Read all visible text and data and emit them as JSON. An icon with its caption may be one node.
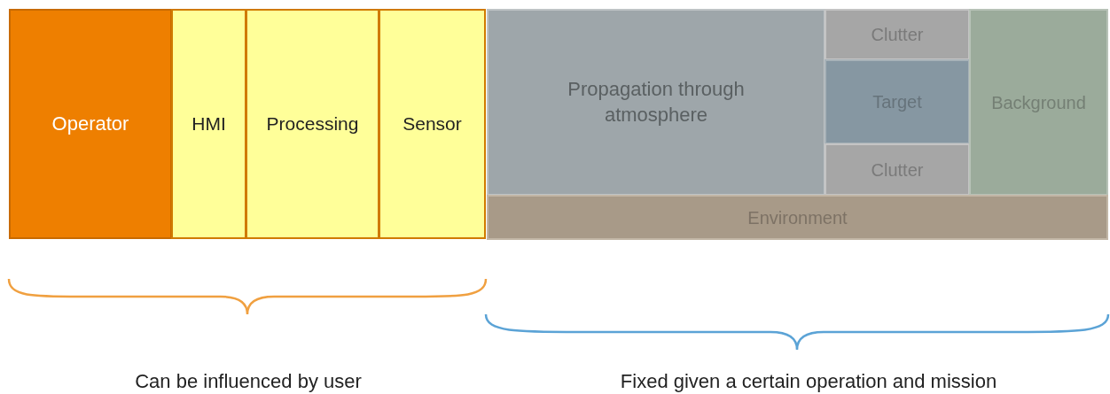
{
  "diagram": {
    "nodes": [
      {
        "text": [
          "Operator"
        ]
      },
      {
        "text": [
          "HMI"
        ]
      },
      {
        "text": [
          "Processing"
        ]
      },
      {
        "text": [
          "Sensor"
        ]
      },
      {
        "text": [
          "Propagation through atmosphere"
        ]
      },
      {
        "text": [
          "Clutter"
        ]
      },
      {
        "text": [
          "Target"
        ]
      },
      {
        "text": [
          "Clutter"
        ]
      },
      {
        "text": [
          "Background"
        ]
      },
      {
        "text": [
          "Environment"
        ]
      }
    ],
    "labels": [
      "Can be influenced by user",
      "Fixed given a certain operation and mission"
    ]
  }
}
